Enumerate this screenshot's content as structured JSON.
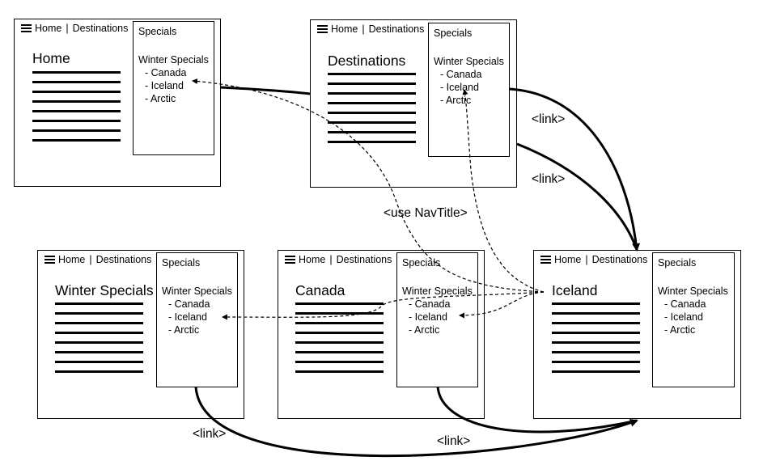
{
  "nav": {
    "home": "Home",
    "destinations": "Destinations",
    "separator": "|"
  },
  "specials": {
    "header": "Specials",
    "subtitle": "Winter Specials",
    "items": [
      "- Canada",
      "- Iceland",
      "- Arctic"
    ]
  },
  "pages": [
    {
      "title": "Home"
    },
    {
      "title": "Destinations"
    },
    {
      "title": "Winter Specials"
    },
    {
      "title": "Canada"
    },
    {
      "title": "Iceland"
    }
  ],
  "annotations": {
    "link": "<link>",
    "use_navtitle": "<use NavTitle>"
  }
}
